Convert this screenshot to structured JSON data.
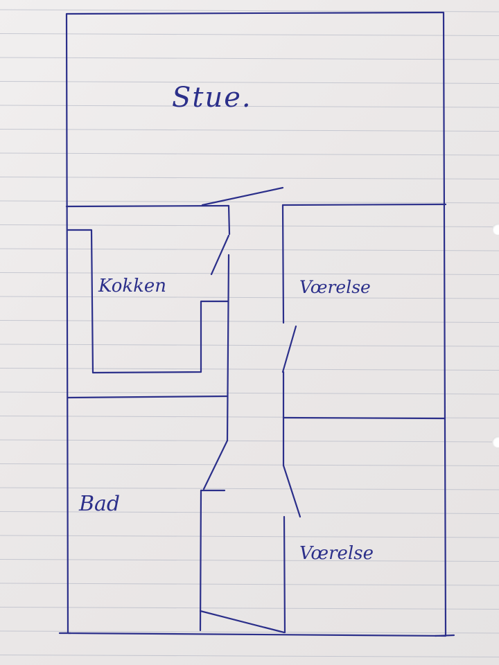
{
  "sketch": {
    "title": "",
    "rooms": {
      "stue": "Stue.",
      "kokken": "Kokken",
      "vaerelse_1": "Vœrelse",
      "bad": "Bad",
      "vaerelse_2": "Vœrelse"
    }
  },
  "colors": {
    "ink": "#2b2f8a",
    "paper": "#eeecec",
    "ruling": "#b9bcc8"
  }
}
